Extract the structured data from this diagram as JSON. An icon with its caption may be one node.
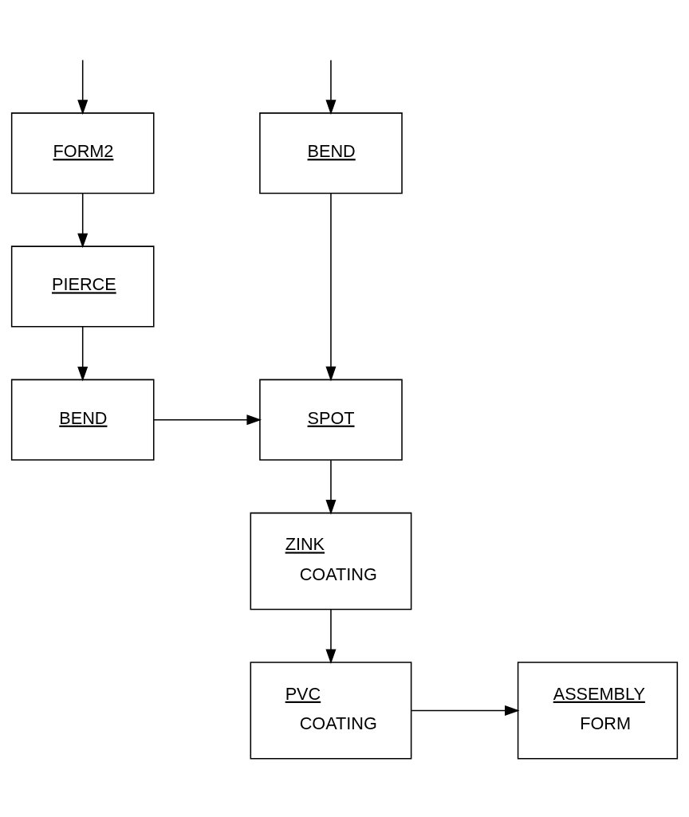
{
  "diagram": {
    "nodes": [
      {
        "text": [
          "FORM2"
        ]
      },
      {
        "text": [
          "PIERCE"
        ]
      },
      {
        "text": [
          "BEND"
        ]
      },
      {
        "text": [
          "BEND"
        ]
      },
      {
        "text": [
          "SPOT"
        ]
      },
      {
        "text": [
          "ZINK",
          "COATING"
        ]
      },
      {
        "text": [
          "PVC",
          "COATING"
        ]
      },
      {
        "text": [
          "ASSEMBLY",
          "FORM"
        ]
      }
    ],
    "edges": [
      {
        "from": null,
        "to": 0,
        "arrow": "to"
      },
      {
        "from": 0,
        "to": 1,
        "arrow": "to"
      },
      {
        "from": 1,
        "to": 2,
        "arrow": "to"
      },
      {
        "from": 2,
        "to": 4,
        "arrow": "to"
      },
      {
        "from": null,
        "to": 3,
        "arrow": "to"
      },
      {
        "from": 3,
        "to": 4,
        "arrow": "to"
      },
      {
        "from": 4,
        "to": 5,
        "arrow": "to"
      },
      {
        "from": 5,
        "to": 6,
        "arrow": "to"
      },
      {
        "from": 6,
        "to": 7,
        "arrow": "to"
      }
    ]
  }
}
